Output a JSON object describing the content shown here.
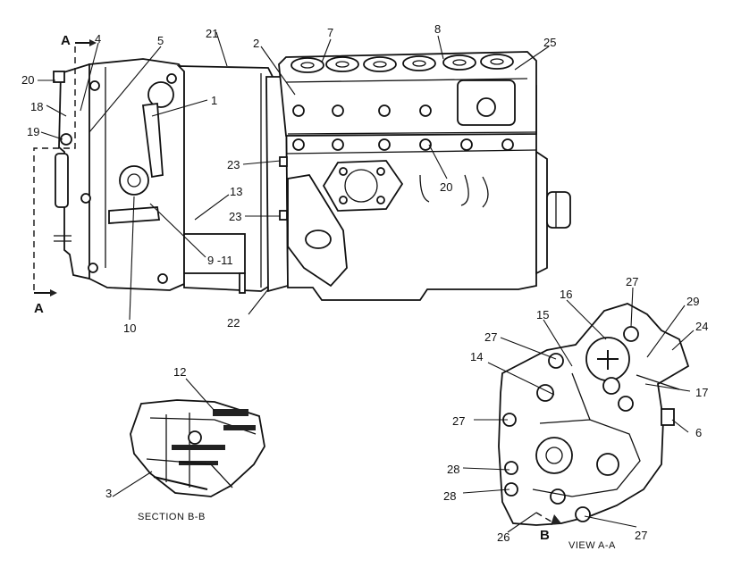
{
  "callouts": {
    "c1": "1",
    "c2": "2",
    "c3": "3",
    "c4": "4",
    "c5": "5",
    "c6": "6",
    "c7": "7",
    "c8": "8",
    "c9_11": "9 -11",
    "c10": "10",
    "c12": "12",
    "c13": "13",
    "c14": "14",
    "c15": "15",
    "c16": "16",
    "c17": "17",
    "c18": "18",
    "c19": "19",
    "c20a": "20",
    "c20b": "20",
    "c21": "21",
    "c22": "22",
    "c23a": "23",
    "c23b": "23",
    "c24": "24",
    "c25": "25",
    "c26": "26",
    "c27a": "27",
    "c27b": "27",
    "c27c": "27",
    "c27d": "27",
    "c28a": "28",
    "c28b": "28",
    "c29": "29"
  },
  "section_marks": {
    "a_top": "A",
    "a_bottom": "A",
    "b": "B"
  },
  "captions": {
    "section_bb": "SECTION B-B",
    "view_aa": "VIEW A-A"
  }
}
